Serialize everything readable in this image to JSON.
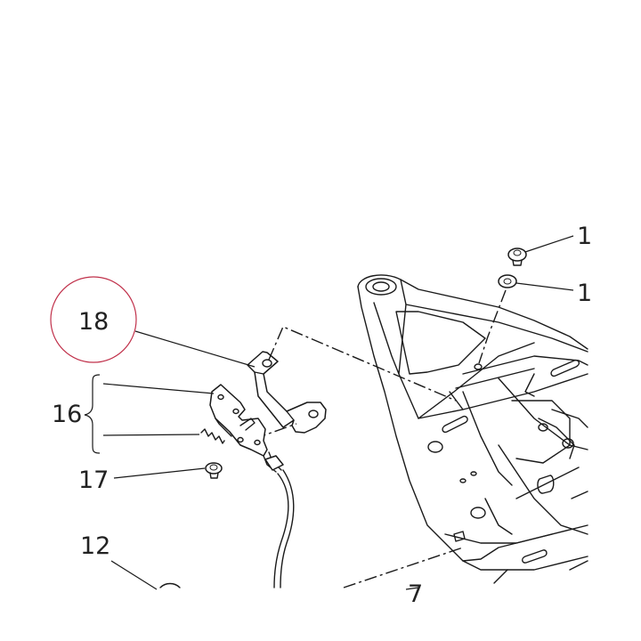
{
  "callouts": {
    "c1a": "1",
    "c1b": "1",
    "c18": "18",
    "c16": "16",
    "c17": "17",
    "c12": "12",
    "c7": "7"
  },
  "colors": {
    "highlight_circle": "#c0304a",
    "line": "#1a1a1a",
    "background": "#ffffff"
  }
}
